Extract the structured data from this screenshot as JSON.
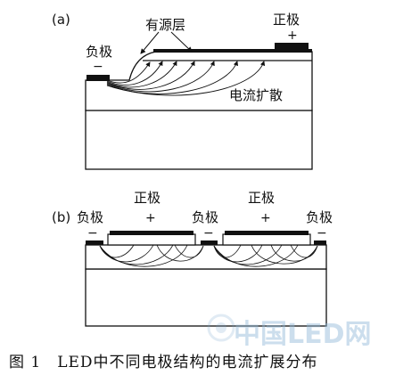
{
  "figure": {
    "panel_a": {
      "tag": "(a)",
      "active_layer": "有源层",
      "pos_label": "正极",
      "pos_sign": "+",
      "neg_label": "负极",
      "neg_sign": "−",
      "spreading_label": "电流扩散"
    },
    "panel_b": {
      "tag": "(b)",
      "pos_label": "正极",
      "pos_sign": "+",
      "neg_label": "负极",
      "neg_sign": "−"
    },
    "caption": "图 1　LED中不同电极结构的电流扩展分布",
    "watermark": "中国LED网"
  }
}
